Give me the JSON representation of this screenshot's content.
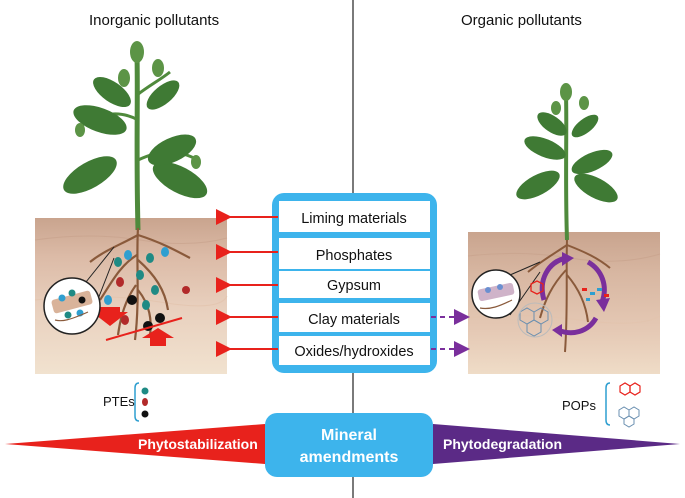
{
  "titles": {
    "left": "Inorganic pollutants",
    "right": "Organic pollutants"
  },
  "amendments": {
    "items": [
      "Liming materials",
      "Phosphates",
      "Gypsum",
      "Clay materials",
      "Oxides/hydroxides"
    ],
    "center_label_line1": "Mineral",
    "center_label_line2": "amendments"
  },
  "legend": {
    "left_label": "PTEs",
    "right_label": "POPs"
  },
  "processes": {
    "left": "Phytostabilization",
    "right": "Phytodegradation"
  },
  "colors": {
    "panel_blue": "#3db4ec",
    "arrow_red": "#e8221c",
    "arrow_purple": "#7a2f9c",
    "left_bar": "#e8221c",
    "right_bar": "#5b2a86",
    "leaf_green": "#3f7a34",
    "stem_green": "#4f8a3c",
    "soil_top": "#d9b9a6",
    "soil_mid": "#e6cbb7",
    "soil_bottom": "#efdcc7",
    "root_brown": "#8a5a3b"
  },
  "icons": {
    "plant_left": "plant-icon",
    "plant_right": "plant-icon",
    "zoom_left": "magnifier-icon",
    "zoom_right": "magnifier-icon",
    "pte_dots": "particle-dots-icon",
    "pop_molecules": "molecule-icon"
  }
}
